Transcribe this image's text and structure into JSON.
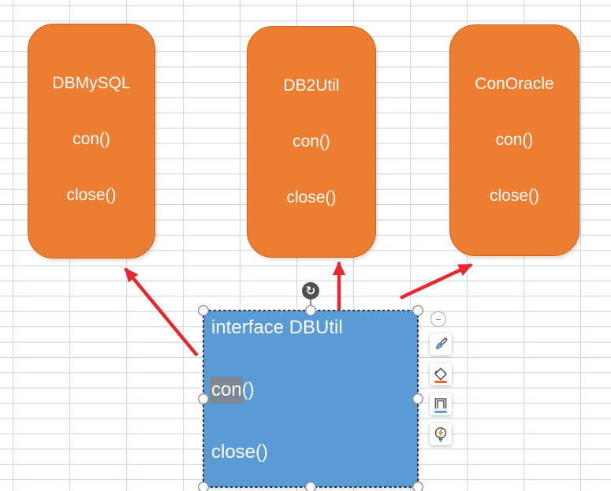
{
  "colors": {
    "class_fill": "#ED7D31",
    "class_border": "#C8641F",
    "interface_fill": "#5B9BD5",
    "arrow_red": "#E8282D",
    "shape_text": "#FFFFFF",
    "grid_line": "#CCD3E2",
    "selection_highlight": "#7C8894",
    "fill_underline": "#E8622A",
    "outline_underline": "#5B9BD5",
    "bulb_bolt": "#F2A33A"
  },
  "classes": [
    {
      "title": "DBMySQL",
      "methods": [
        "con()",
        "close()"
      ]
    },
    {
      "title": "DB2Util",
      "methods": [
        "con()",
        "close()"
      ]
    },
    {
      "title": "ConOracle",
      "methods": [
        "con()",
        "close()"
      ]
    }
  ],
  "interface_shape": {
    "title": "interface DBUtil",
    "method1_selected": "con",
    "method1_rest": "()",
    "method2": "close()"
  },
  "selection": {
    "rotate_glyph": "↻",
    "handle_count": 8
  },
  "quick_toolbar": {
    "collapse_glyph": "−",
    "buttons": [
      {
        "name": "format-brush",
        "icon": "brush-icon"
      },
      {
        "name": "fill-color",
        "icon": "fill-bucket-icon"
      },
      {
        "name": "outline-style",
        "icon": "frame-icon"
      },
      {
        "name": "smart-recommend",
        "icon": "bulb-bolt-icon"
      }
    ]
  }
}
